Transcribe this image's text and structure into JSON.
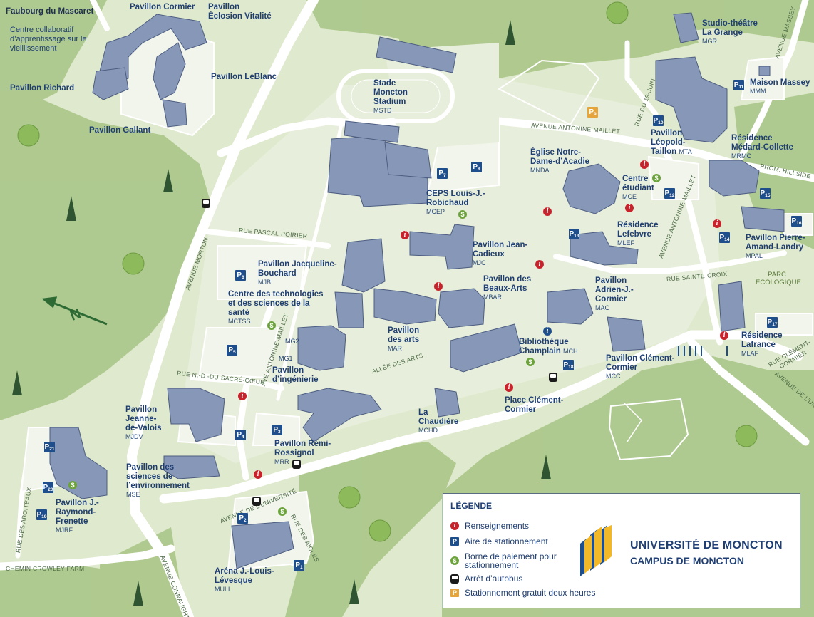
{
  "map": {
    "buildings": [
      {
        "id": "faubourg",
        "name": "Faubourg du Mascaret"
      },
      {
        "id": "cormier",
        "name": "Pavillon Cormier"
      },
      {
        "id": "eclosion",
        "name": "Pavillon Éclosion Vitalité"
      },
      {
        "id": "collab",
        "name": "Centre collaboratif d’apprentissage sur le vieillissement"
      },
      {
        "id": "leblanc",
        "name": "Pavillon LeBlanc"
      },
      {
        "id": "richard",
        "name": "Pavillon Richard"
      },
      {
        "id": "gallant",
        "name": "Pavillon Gallant"
      },
      {
        "id": "stade",
        "name": "Stade Moncton Stadium",
        "code": "MSTD"
      },
      {
        "id": "ceps",
        "name": "CEPS Louis-J.-Robichaud",
        "code": "MCEP"
      },
      {
        "id": "mgr",
        "name": "Studio-théâtre La Grange",
        "code": "MGR"
      },
      {
        "id": "massey",
        "name": "Maison Massey",
        "code": "MMM"
      },
      {
        "id": "mta",
        "name": "Pavillon Léopold-Taillon",
        "code": "MTA"
      },
      {
        "id": "mrmc",
        "name": "Résidence Médard-Collette",
        "code": "MRMC"
      },
      {
        "id": "mnda",
        "name": "Église Notre-Dame-d’Acadie",
        "code": "MNDA"
      },
      {
        "id": "mce",
        "name": "Centre étudiant",
        "code": "MCE"
      },
      {
        "id": "mlef",
        "name": "Résidence Lefebvre",
        "code": "MLEF"
      },
      {
        "id": "mpal",
        "name": "Pavillon Pierre-Amand-Landry",
        "code": "MPAL"
      },
      {
        "id": "mjc",
        "name": "Pavillon Jean-Cadieux",
        "code": "MJC"
      },
      {
        "id": "mjb",
        "name": "Pavillon Jacqueline-Bouchard",
        "code": "MJB"
      },
      {
        "id": "mctss",
        "name": "Centre des technologies et des sciences de la santé",
        "code": "MCTSS"
      },
      {
        "id": "mbar",
        "name": "Pavillon des Beaux-Arts",
        "code": "MBAR"
      },
      {
        "id": "mac",
        "name": "Pavillon Adrien-J.-Cormier",
        "code": "MAC"
      },
      {
        "id": "mar",
        "name": "Pavillon des arts",
        "code": "MAR"
      },
      {
        "id": "mch",
        "name": "Bibliothèque Champlain",
        "code": "MCH"
      },
      {
        "id": "mlaf",
        "name": "Résidence Lafrance",
        "code": "MLAF"
      },
      {
        "id": "mcc",
        "name": "Pavillon Clément-Cormier",
        "code": "MCC"
      },
      {
        "id": "mg",
        "name": "Pavillon d’ingénierie",
        "code_a": "MG2",
        "code_b": "MG1"
      },
      {
        "id": "mjdv",
        "name": "Pavillon Jeanne-de-Valois",
        "code": "MJDV"
      },
      {
        "id": "mchd",
        "name": "La Chaudière",
        "code": "MCHD"
      },
      {
        "id": "place",
        "name": "Place Clément-Cormier"
      },
      {
        "id": "mrr",
        "name": "Pavillon Rémi-Rossignol",
        "code": "MRR"
      },
      {
        "id": "mse",
        "name": "Pavillon des sciences de l’environnement",
        "code": "MSE"
      },
      {
        "id": "mjrf",
        "name": "Pavillon J.-Raymond-Frenette",
        "code": "MJRF"
      },
      {
        "id": "mull",
        "name": "Aréna J.-Louis-Lévesque",
        "code": "MULL"
      }
    ],
    "streets": {
      "massey": "AVENUE MASSEY",
      "antonine": "AVENUE ANTONINE-MAILLET",
      "juin": "RUE DU 19-JUIN",
      "hillside": "PROM. HILLSIDE",
      "antonine2": "AVENUE ANTONINE-MAILLET",
      "sainte_croix": "RUE SAINTE-CROIX",
      "pascal": "RUE PASCAL-POIRIER",
      "morton": "AVENUE MORTON",
      "antonine3": "AVE ANTONINE-MAILLET",
      "sacre": "RUE N.-D.-DU-SACRÉ-CŒUR",
      "arts": "ALLÉE DES ARTS",
      "universite": "AVENUE DE L’UNIVERSITÉ",
      "universite2": "AVENUE DE L’UNIVERSITÉ",
      "clement": "RUE CLÉMENT-CORMIER",
      "aigles": "RUE DES AIGLES",
      "aboiteaux": "RUE DES ABOITEAUX",
      "crowley": "CHEMIN CROWLEY FARM",
      "connaught": "AVENUE CONNAUGHT"
    },
    "park_label": "PARC ÉCOLOGIQUE",
    "north_letter": "N",
    "parking_numbers": [
      "1",
      "2",
      "3",
      "4",
      "5",
      "6",
      "7",
      "8",
      "9",
      "10",
      "11",
      "12",
      "13",
      "14",
      "15",
      "16",
      "17",
      "18",
      "19",
      "20",
      "21"
    ],
    "parking_letter": "P",
    "info_glyph": "i",
    "pay_glyph": "$"
  },
  "legend": {
    "title": "LÉGENDE",
    "items": [
      {
        "key": "info",
        "label": "Renseignements"
      },
      {
        "key": "parking",
        "label": "Aire de stationnement"
      },
      {
        "key": "pay",
        "label": "Borne de paiement pour\nstationnement"
      },
      {
        "key": "bus",
        "label": "Arrêt d’autobus"
      },
      {
        "key": "free",
        "label": "Stationnement gratuit deux heures"
      }
    ]
  },
  "branding": {
    "line1": "UNIVERSITÉ DE MONCTON",
    "line2": "CAMPUS DE MONCTON"
  },
  "colors": {
    "grass": "#dfe9cd",
    "forest": "#a9c68a",
    "road": "#ffffff",
    "building": "#8797b8",
    "parking": "#1f4e8c",
    "info": "#c8232c",
    "pay": "#6ca33c",
    "free_parking": "#e6a53c",
    "text": "#1f3f74"
  }
}
